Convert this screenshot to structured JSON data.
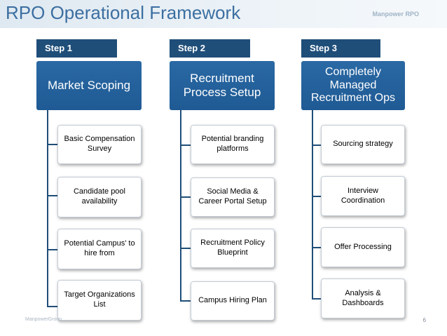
{
  "header": {
    "title": "RPO Operational Framework",
    "brand": "Manpower RPO"
  },
  "steps": [
    {
      "tab": "Step 1",
      "title": "Market Scoping",
      "items": [
        "Basic Compensation Survey",
        "Candidate pool availability",
        "Potential Campus' to hire from",
        "Target Organizations List"
      ]
    },
    {
      "tab": "Step 2",
      "title": "Recruitment Process Setup",
      "items": [
        "Potential branding platforms",
        "Social Media & Career Portal Setup",
        "Recruitment Policy Blueprint",
        "Campus Hiring Plan"
      ]
    },
    {
      "tab": "Step 3",
      "title": "Completely Managed Recruitment Ops",
      "items": [
        "Sourcing strategy",
        "Interview Coordination",
        "Offer Processing",
        "Analysis & Dashboards"
      ]
    }
  ],
  "footer": {
    "left": "ManpowerGroup",
    "page": "6"
  }
}
